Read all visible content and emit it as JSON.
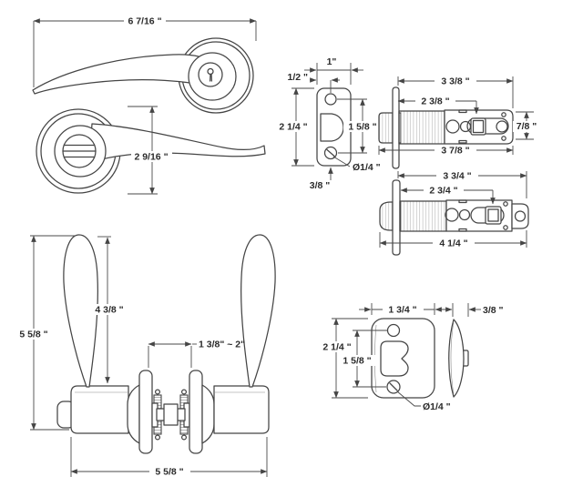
{
  "colors": {
    "background": "#ffffff",
    "line": "#454545",
    "label_text": "#2b2b2b"
  },
  "views": {
    "lever_top": {
      "length": "6 7/16 \""
    },
    "lever_front": {
      "height": "2 9/16 \""
    },
    "latch_faceplate": {
      "width": "1\"",
      "hole_offset": "1/2 \"",
      "height": "2 1/4 \"",
      "hole_spacing": "1 5/8 \"",
      "bottom_offset": "3/8 \"",
      "hole_diameter": "Ø1/4 \""
    },
    "latch_short": {
      "body_length": "3 3/8 \"",
      "backset": "2 3/8 \"",
      "bolt_height": "7/8 \"",
      "overall_length": "3 7/8 \""
    },
    "latch_long": {
      "body_length": "3 3/4 \"",
      "backset": "2 3/4 \"",
      "overall_length": "4 1/4 \""
    },
    "assembly_front": {
      "overall_height": "5 5/8 \"",
      "lever_height": "4 3/8 \"",
      "door_thickness": "1 3/8\" ~ 2\"",
      "overall_width": "5 5/8 \""
    },
    "strike_plate": {
      "width": "1 3/4 \"",
      "lip_depth": "3/8 \"",
      "height": "2 1/4 \"",
      "hole_spacing": "1 5/8 \"",
      "hole_diameter": "Ø1/4 \""
    }
  }
}
